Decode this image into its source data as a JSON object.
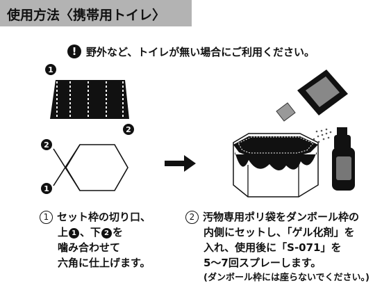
{
  "header": {
    "title": "使用方法〈携帯用トイレ〉"
  },
  "notice": {
    "icon": "!",
    "text": "野外など、トイレが無い場合にご利用ください。"
  },
  "markers": {
    "one": "1",
    "two": "2"
  },
  "step1": {
    "number": "1",
    "line1": "セット枠の切り口、",
    "line2a": "上",
    "line2b": "、下",
    "line2c": "を",
    "line3": "噛み合わせて",
    "line4": "六角に仕上げます。"
  },
  "step2": {
    "number": "2",
    "line1": "汚物専用ポリ袋をダンボール枠の",
    "line2": "内側にセットし、「ゲル化剤」を",
    "line3": "入れ、使用後に「S-071」を",
    "line4": "5〜7回スプレーします。",
    "note": "(ダンボール枠には座らないでください。)"
  },
  "icons": {
    "notice": "exclamation-icon",
    "arrow": "right-arrow-icon"
  },
  "colors": {
    "header_bg": "#b3b3b3",
    "ink": "#111111"
  }
}
